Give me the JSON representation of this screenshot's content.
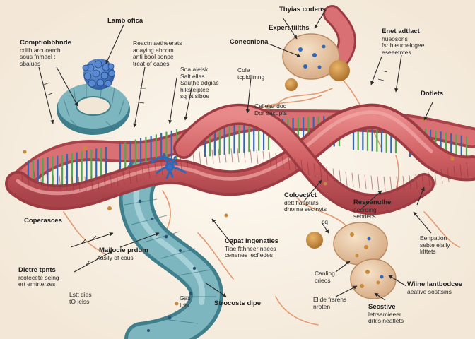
{
  "labels": {
    "lamb_ofica": {
      "title": "Lamb ofica",
      "lines": []
    },
    "comp_left": {
      "title": "Comptiobbhnde",
      "lines": [
        "cdilh arcuoarch",
        "sous fnmael :",
        "sbaluas"
      ]
    },
    "reactn": {
      "title": "",
      "lines": [
        "Reactn aetheerats",
        "aoaying abcom",
        "anti bool sonpe",
        "treat of capes"
      ]
    },
    "typias": {
      "title": "Tbyias codens",
      "lines": []
    },
    "expert": {
      "title": "Expert tiilths",
      "lines": []
    },
    "connections": {
      "title": "Conecniona",
      "lines": []
    },
    "enet": {
      "title": "Enet adtlact",
      "lines": [
        "hueosons",
        "fsr hleumeldgee",
        "eseeetntes"
      ]
    },
    "snadalt": {
      "title": "",
      "lines": [
        "Sna aielsk",
        "Salt ellas",
        "Sauthe adgiae",
        "hiksteiptee",
        "sq bt siboe"
      ]
    },
    "cole": {
      "title": "",
      "lines": [
        "Cole",
        "tcpidlimng"
      ]
    },
    "cellelar": {
      "title": "",
      "lines": [
        "Cellelar doc",
        "Dor oacupts"
      ]
    },
    "dotlets": {
      "title": "Dotlets",
      "lines": []
    },
    "coloectict": {
      "title": "Coloectict",
      "lines": [
        "dett flaeptuts",
        "dnorne sectrwts"
      ]
    },
    "reseanulhe": {
      "title": "Reseanulhe",
      "lines": [
        "aecrding",
        "sebrlecs"
      ]
    },
    "eenpation": {
      "title": "",
      "lines": [
        "Eenpation",
        "sebte elaily",
        "lrlttets"
      ]
    },
    "coperances": {
      "title": "Coperasces",
      "lines": []
    },
    "cq": {
      "title": "",
      "lines": [
        "cq"
      ]
    },
    "mailocie": {
      "title": "Mailocie prdum",
      "lines": [
        "lasily of cous"
      ]
    },
    "capet": {
      "title": "Capat lngenaties",
      "lines": [
        "Tiae ftthneer naecs",
        "cenenes lecfiedes"
      ]
    },
    "detre": {
      "title": "Dietre tpnts",
      "lines": [
        "rcotecete seing",
        "ert emtrterzes"
      ]
    },
    "lstt": {
      "title": "",
      "lines": [
        "Lstt dies",
        "tO lelss"
      ]
    },
    "gas": {
      "title": "",
      "lines": [
        "Gas",
        "Ipis"
      ]
    },
    "strocosts": {
      "title": "Strocosts dipe",
      "lines": []
    },
    "canting": {
      "title": "",
      "lines": [
        "Canling",
        "crieos"
      ]
    },
    "wiine": {
      "title": "Wiine lantbodcee",
      "lines": [
        "aeative sosttsins"
      ]
    },
    "elide": {
      "title": "",
      "lines": [
        "Elide frsrens",
        "nroten"
      ]
    },
    "secstive": {
      "title": "Secstive",
      "lines": [
        "letrsamieeer",
        "drkls neatlets"
      ]
    }
  },
  "colors": {
    "background": "#fbf6ee",
    "strand": "#cf5f62",
    "strand_dark": "#a8434a",
    "rung_blue": "#2f68b8",
    "rung_green": "#4fa84e",
    "tube_teal": "#5f9eaa",
    "tube_dark": "#3f7f8c",
    "vesicle": "#e7c7a3",
    "granule": "#c98a3a",
    "protein": "#3a6fc2",
    "pointer": "#2a2a2a",
    "filament": "#e39a72"
  }
}
